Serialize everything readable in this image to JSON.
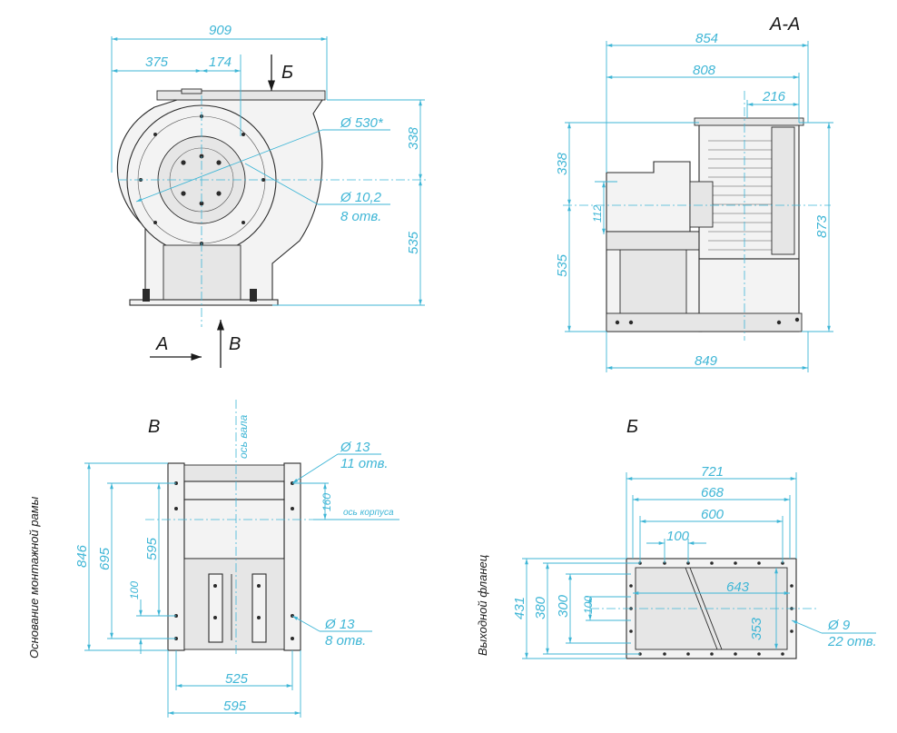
{
  "view_labels": {
    "section": "A-A",
    "view_v": "В",
    "view_b": "Б",
    "arrow_b": "Б",
    "arrow_a": "А",
    "arrow_v": "В"
  },
  "side_labels": {
    "frame_base": "Основание монтажной рамы",
    "outlet_flange": "Выходной фланец"
  },
  "front_view": {
    "dim_width": "909",
    "dim_left": "375",
    "dim_mid": "174",
    "dim_top": "338",
    "dim_bottom": "535",
    "dim_dia": "Ø 530*",
    "dim_holes": "Ø 10,2",
    "dim_holes_count": "8 отв."
  },
  "section_view": {
    "dim_854": "854",
    "dim_808": "808",
    "dim_216": "216",
    "dim_338": "338",
    "dim_112": "112",
    "dim_535": "535",
    "dim_873": "873",
    "dim_849": "849"
  },
  "view_v_dims": {
    "shaft_axis": "ось вала",
    "housing_axis": "ось корпуса",
    "dim_d13a": "Ø 13",
    "dim_11holes": "11 отв.",
    "dim_160": "160",
    "dim_846": "846",
    "dim_695": "695",
    "dim_595v": "595",
    "dim_100": "100",
    "dim_d13b": "Ø 13",
    "dim_8holes": "8 отв.",
    "dim_525": "525",
    "dim_595": "595"
  },
  "view_b_dims": {
    "dim_721": "721",
    "dim_668": "668",
    "dim_600": "600",
    "dim_100": "100",
    "dim_643": "643",
    "dim_431": "431",
    "dim_380": "380",
    "dim_300": "300",
    "dim_100v": "100",
    "dim_353": "353",
    "dim_d9": "Ø 9",
    "dim_22holes": "22 отв."
  }
}
